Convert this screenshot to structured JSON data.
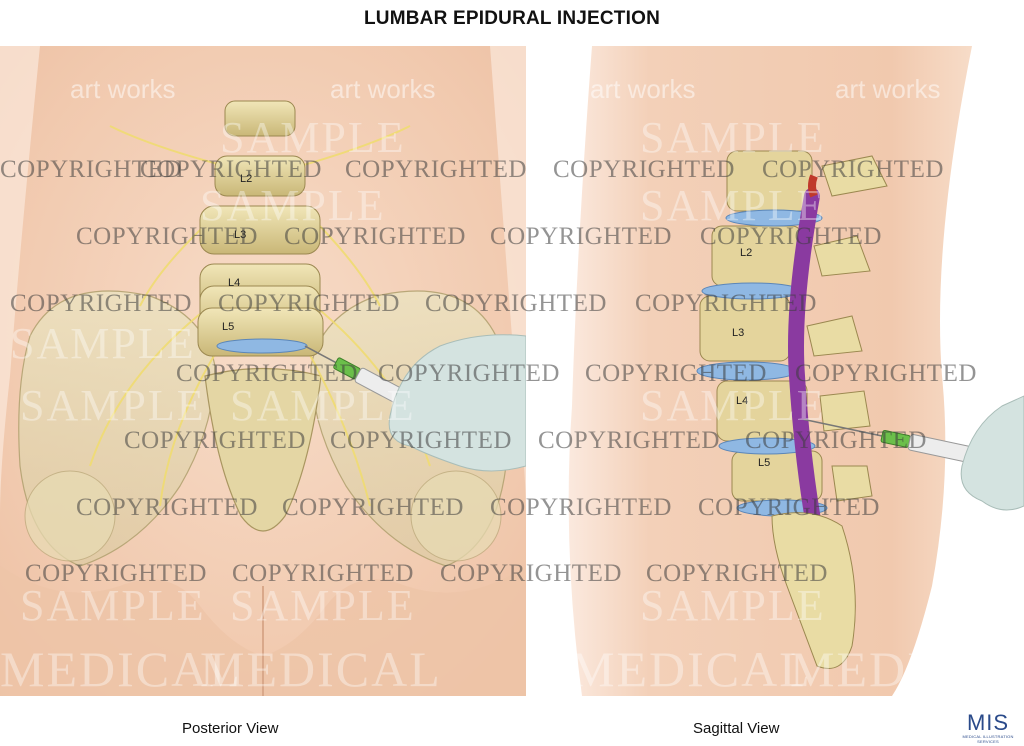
{
  "title": "LUMBAR EPIDURAL INJECTION",
  "captions": {
    "left": "Posterior View",
    "right": "Sagittal View"
  },
  "logo": {
    "main": "MIS",
    "sub": "MEDICAL ILLUSTRATION SERVICES"
  },
  "posterior_labels": [
    "L2",
    "L3",
    "L4",
    "L5"
  ],
  "sagittal_labels": [
    "L2",
    "L3",
    "L4",
    "L5"
  ],
  "watermarks": {
    "copyright": "COPYRIGHTED",
    "sample": "SAMPLE",
    "medical": "MEDICAL",
    "artworks": "art works"
  },
  "colors": {
    "skin": "#f3d2bd",
    "bone": "#e9dca4",
    "disc": "#8fb8e3",
    "nerve": "#f2e07a",
    "spinal_cord": "#8a3aa0",
    "glove": "#d4e3e0",
    "syringe_tip": "#6bbf4a"
  }
}
